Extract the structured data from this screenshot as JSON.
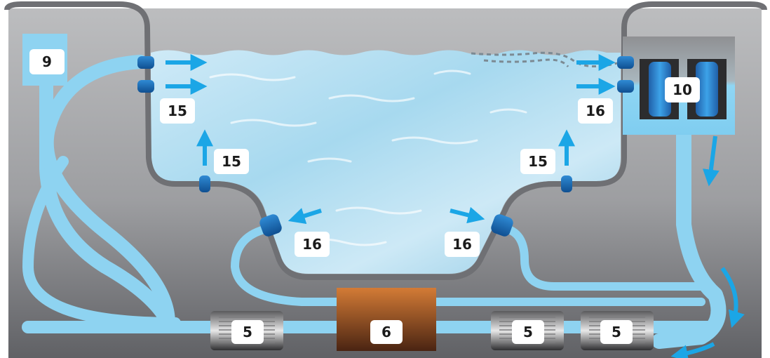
{
  "diagram": {
    "labels": {
      "skimmer_box": "9",
      "filter": "10",
      "upper_jets_left": "15",
      "seat_jet_left": "15",
      "upper_jets_right": "16",
      "seat_jet_right": "15",
      "footwell_jet_left": "16",
      "footwell_jet_right": "16",
      "pump_1": "5",
      "heater": "6",
      "pump_2": "5",
      "pump_3": "5"
    },
    "colors": {
      "shell": "#8e8f92",
      "water_light": "#d6eef8",
      "water_dark": "#8fcbe6",
      "pipe": "#8ed3f1",
      "arrow": "#1ba6e6",
      "jet": "#1f6fb5",
      "heater": "#b8612a",
      "pump": "#3a3a3a",
      "label_bg": "#ffffff"
    }
  }
}
